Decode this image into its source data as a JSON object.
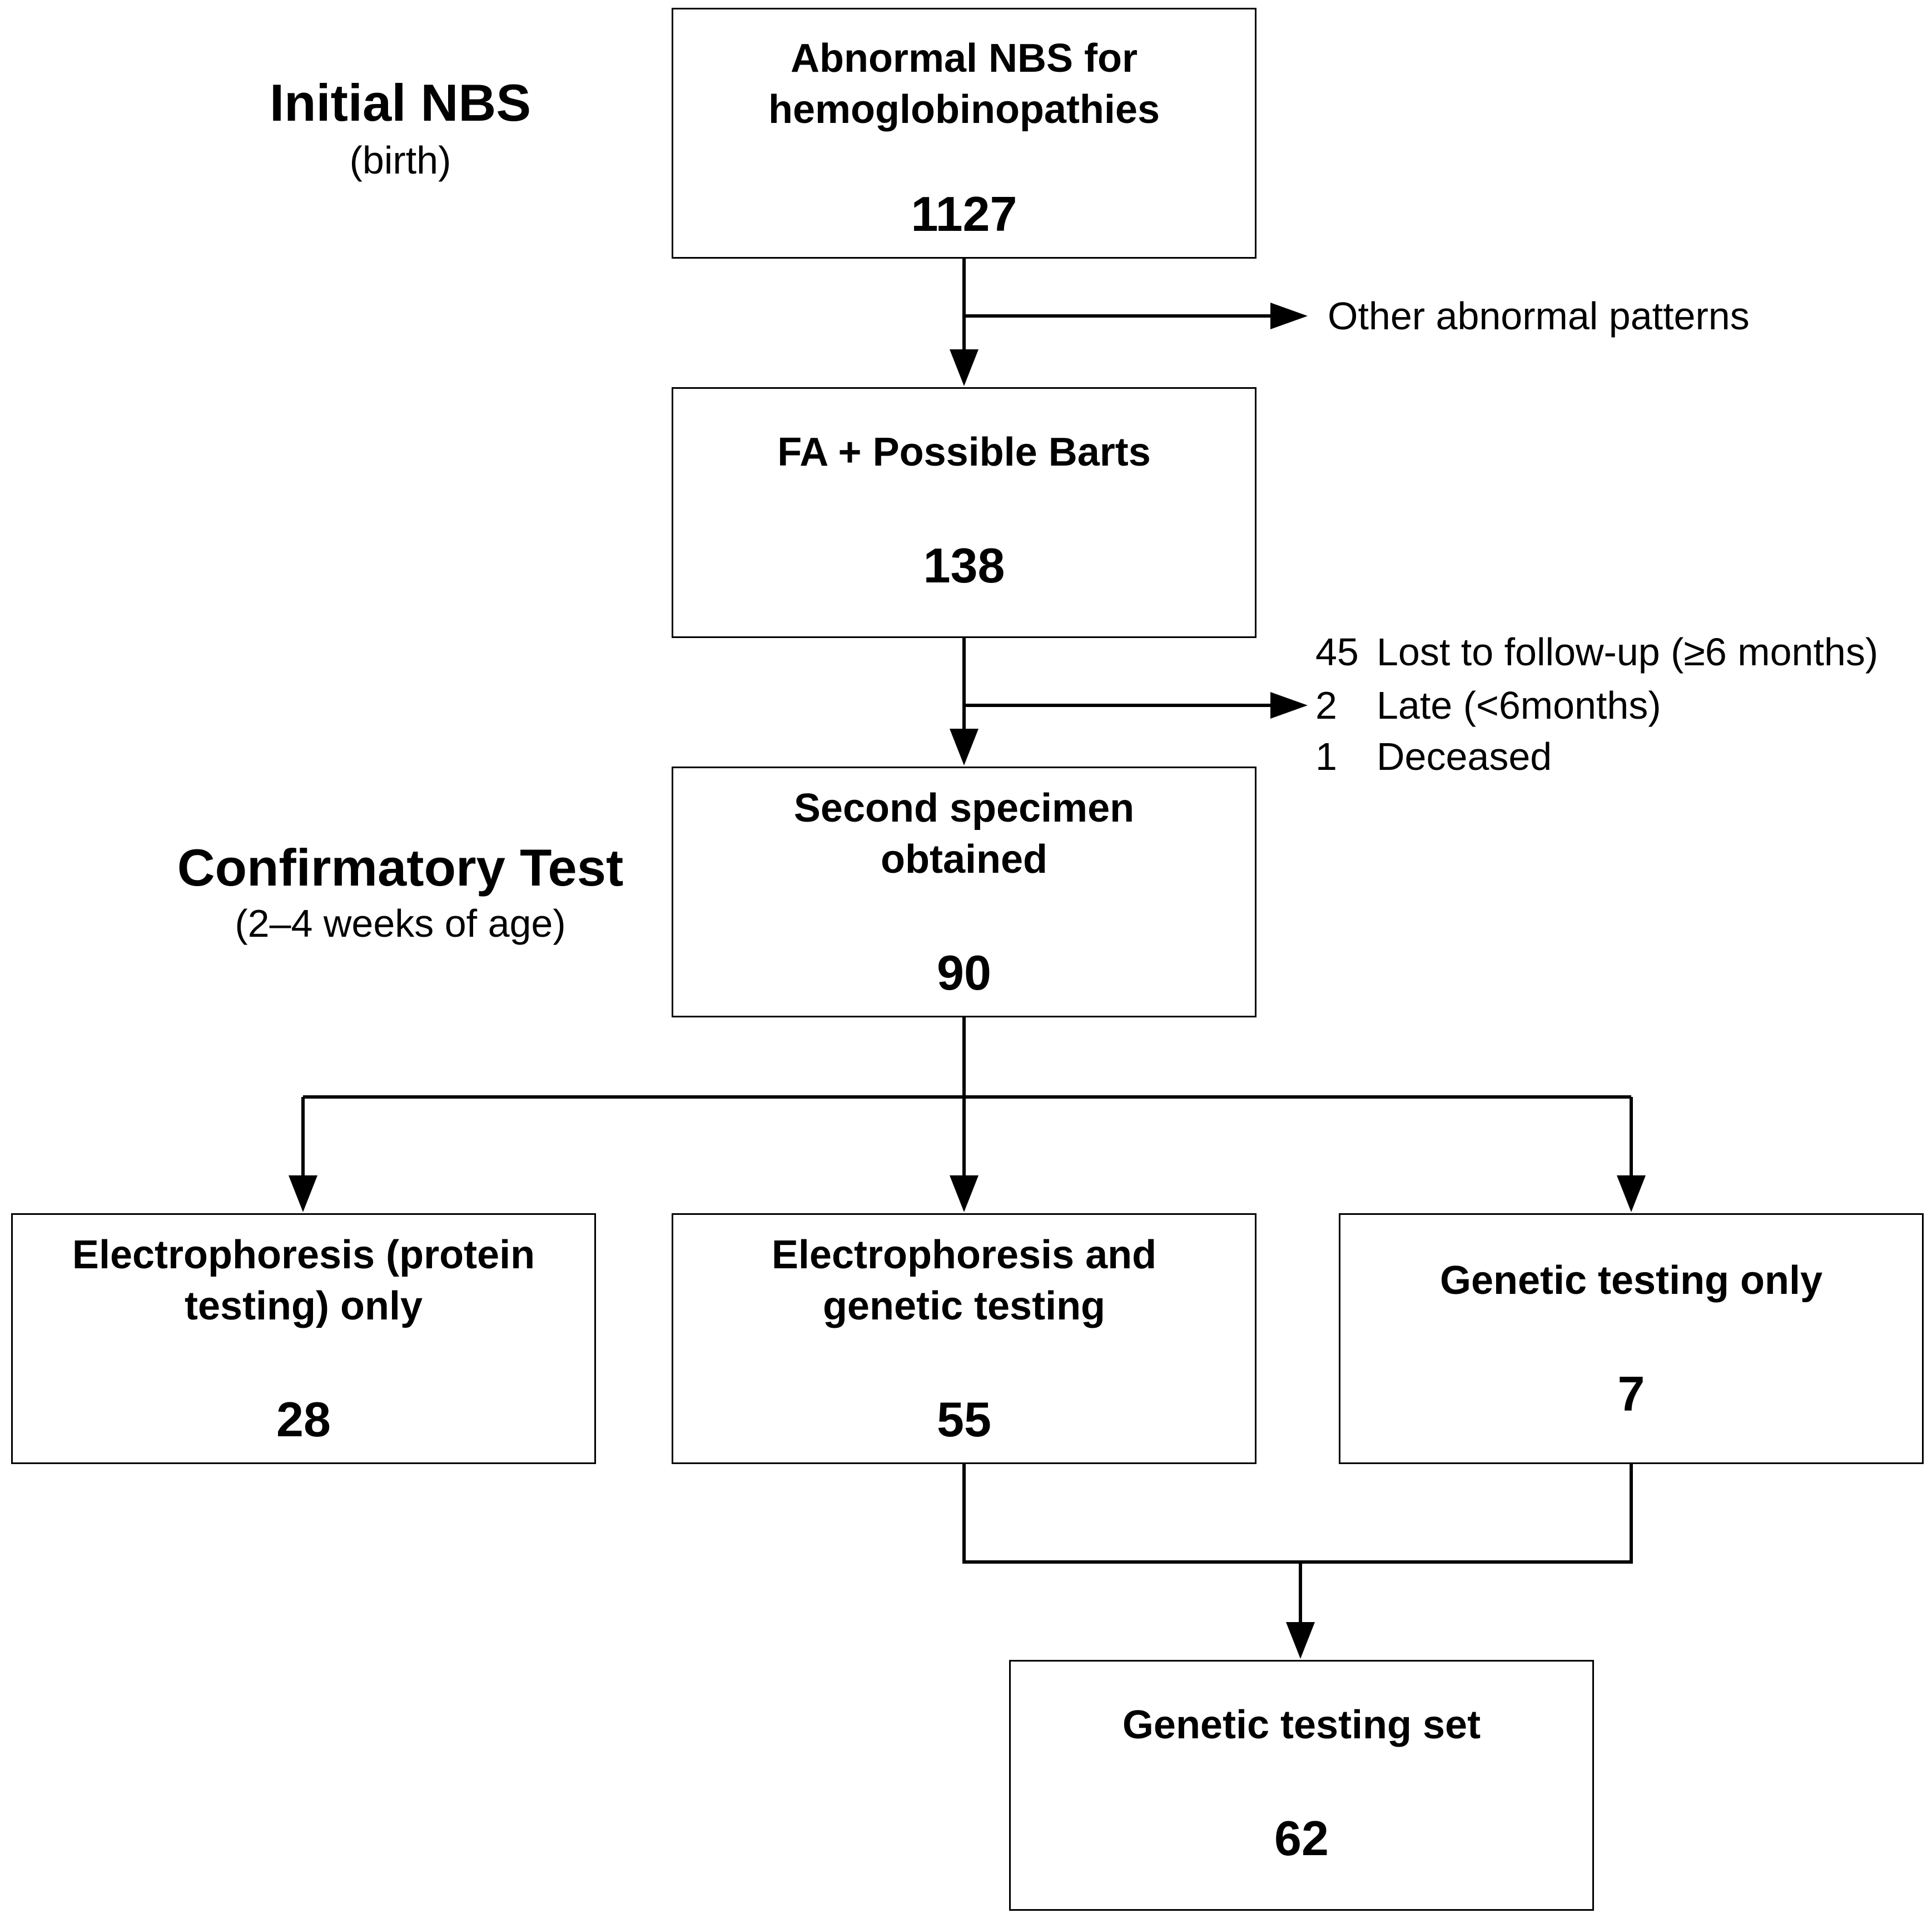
{
  "stages": {
    "initial": {
      "title": "Initial NBS",
      "subtitle": "(birth)"
    },
    "confirmatory": {
      "title": "Confirmatory Test",
      "subtitle": "(2–4 weeks of age)"
    }
  },
  "boxes": {
    "abnormal_nbs": {
      "label_line1": "Abnormal NBS for",
      "label_line2": "hemoglobinopathies",
      "count": "1127"
    },
    "fa_barts": {
      "label_line1": "FA + Possible Barts",
      "count": "138"
    },
    "second_specimen": {
      "label_line1": "Second specimen",
      "label_line2": "obtained",
      "count": "90"
    },
    "electrophoresis_only": {
      "label_line1": "Electrophoresis (protein",
      "label_line2": "testing) only",
      "count": "28"
    },
    "electrophoresis_genetic": {
      "label_line1": "Electrophoresis and",
      "label_line2": "genetic testing",
      "count": "55"
    },
    "genetic_only": {
      "label_line1": "Genetic testing only",
      "count": "7"
    },
    "genetic_set": {
      "label_line1": "Genetic testing set",
      "count": "62"
    }
  },
  "exclusions": {
    "other_patterns": "Other abnormal patterns",
    "lost_followup": {
      "count": "45",
      "label": "Lost to follow-up (≥6 months)"
    },
    "late": {
      "count": "2",
      "label": "Late (<6months)"
    },
    "deceased": {
      "count": "1",
      "label": "Deceased"
    }
  }
}
